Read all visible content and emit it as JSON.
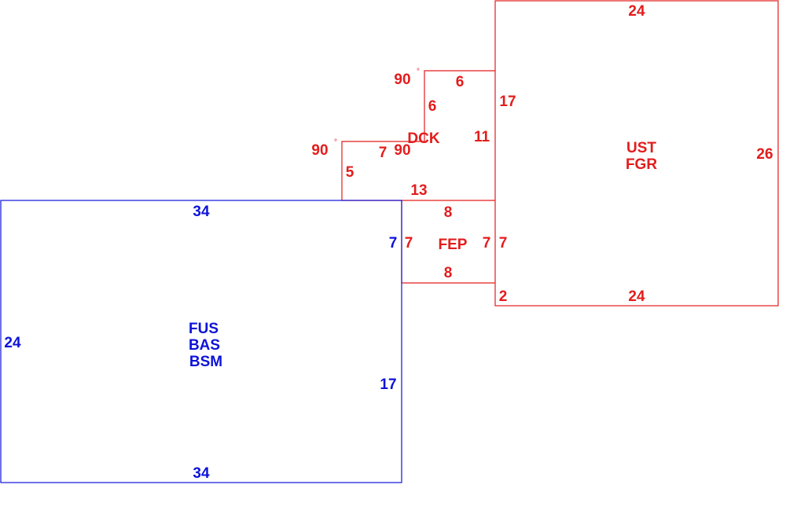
{
  "colors": {
    "upper_floor": "#e31c1c",
    "main_floor": "#0d13d8",
    "background": "#ffffff"
  },
  "areas": {
    "ust_fgr": {
      "codes": [
        "UST",
        "FGR"
      ],
      "top": "24",
      "right": "26",
      "bottom": "24",
      "left_upper": "17",
      "left_mid": "7",
      "left_lower": "2"
    },
    "dck": {
      "code": "DCK",
      "top": "6",
      "left_upper": "6",
      "angle_top": "90",
      "inner_top": "7",
      "angle_inner": "90",
      "right": "11",
      "angle_left": "90",
      "left_lower": "5",
      "bottom": "13"
    },
    "fep": {
      "code": "FEP",
      "top": "8",
      "left": "7",
      "right": "7",
      "bottom": "8"
    },
    "fus_bas_bsm": {
      "codes": [
        "FUS",
        "BAS",
        "BSM"
      ],
      "top": "34",
      "left": "24",
      "right_upper": "7",
      "right_lower": "17",
      "bottom": "34"
    }
  },
  "degree_symbol": "°"
}
